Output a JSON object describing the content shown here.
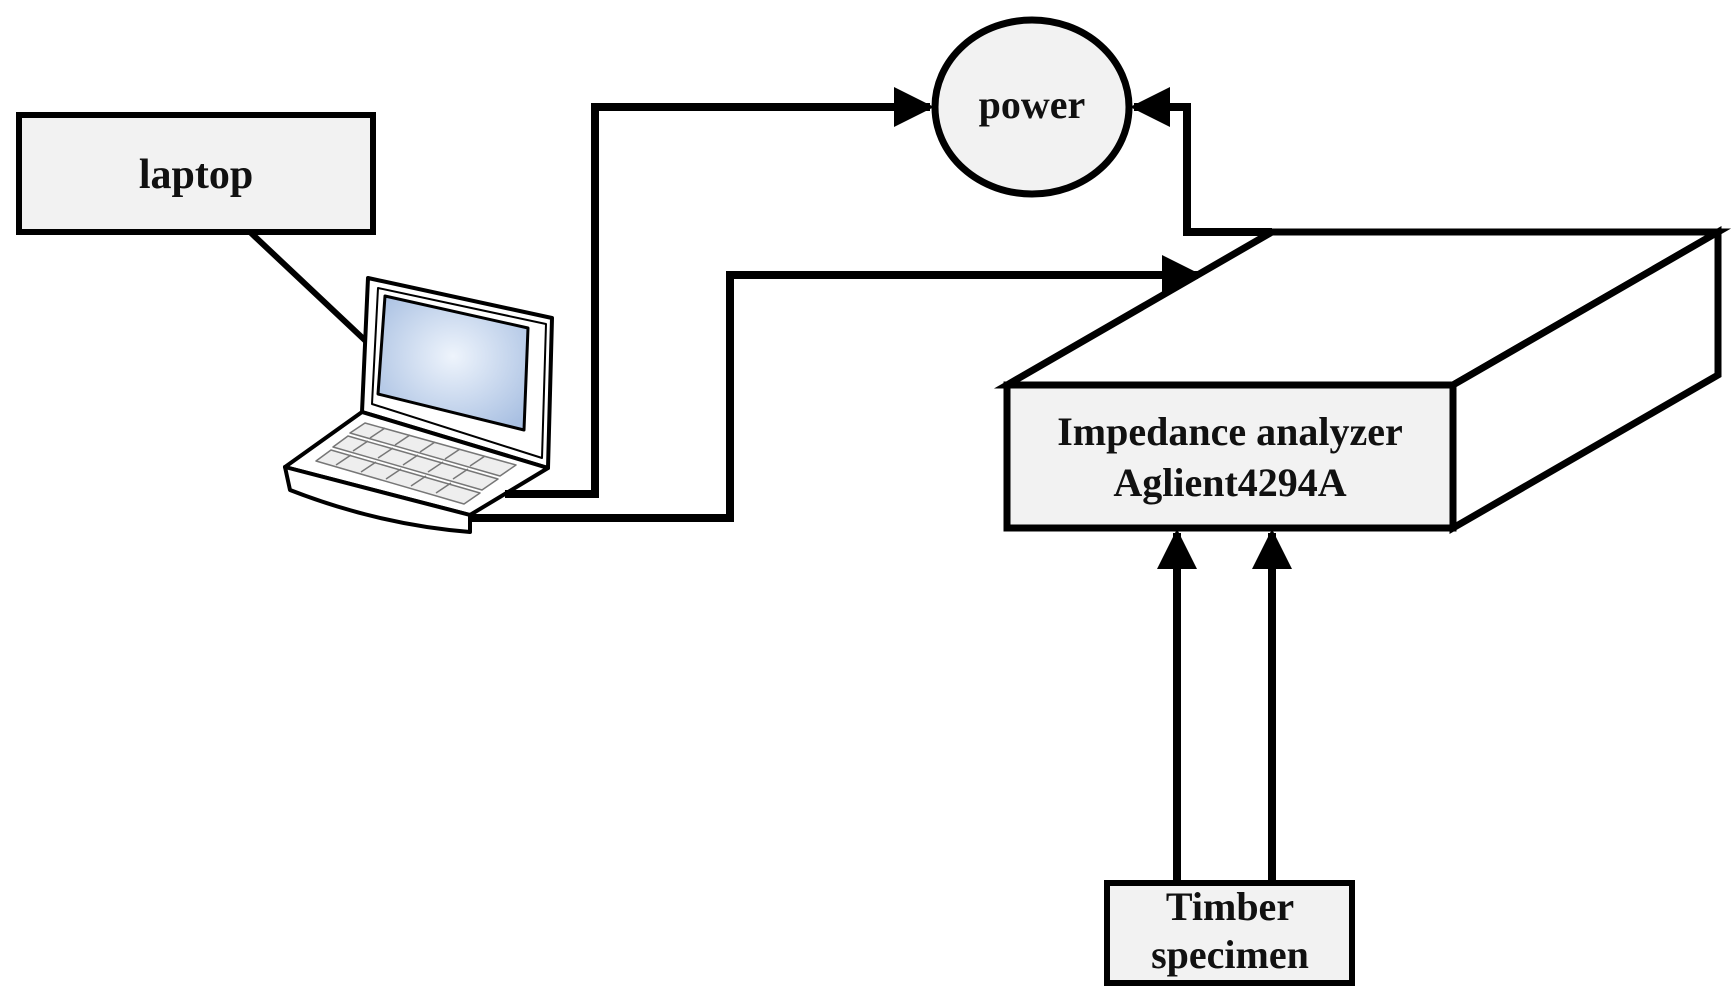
{
  "diagram": {
    "laptop_label": "laptop",
    "power_label": "power",
    "analyzer_line1": "Impedance analyzer",
    "analyzer_line2": "Aglient4294A",
    "specimen_line1": "Timber",
    "specimen_line2": "specimen"
  },
  "colors": {
    "stroke": "#000000",
    "box_fill": "#f2f2f2",
    "screen_blue": "#c9d9ef"
  }
}
